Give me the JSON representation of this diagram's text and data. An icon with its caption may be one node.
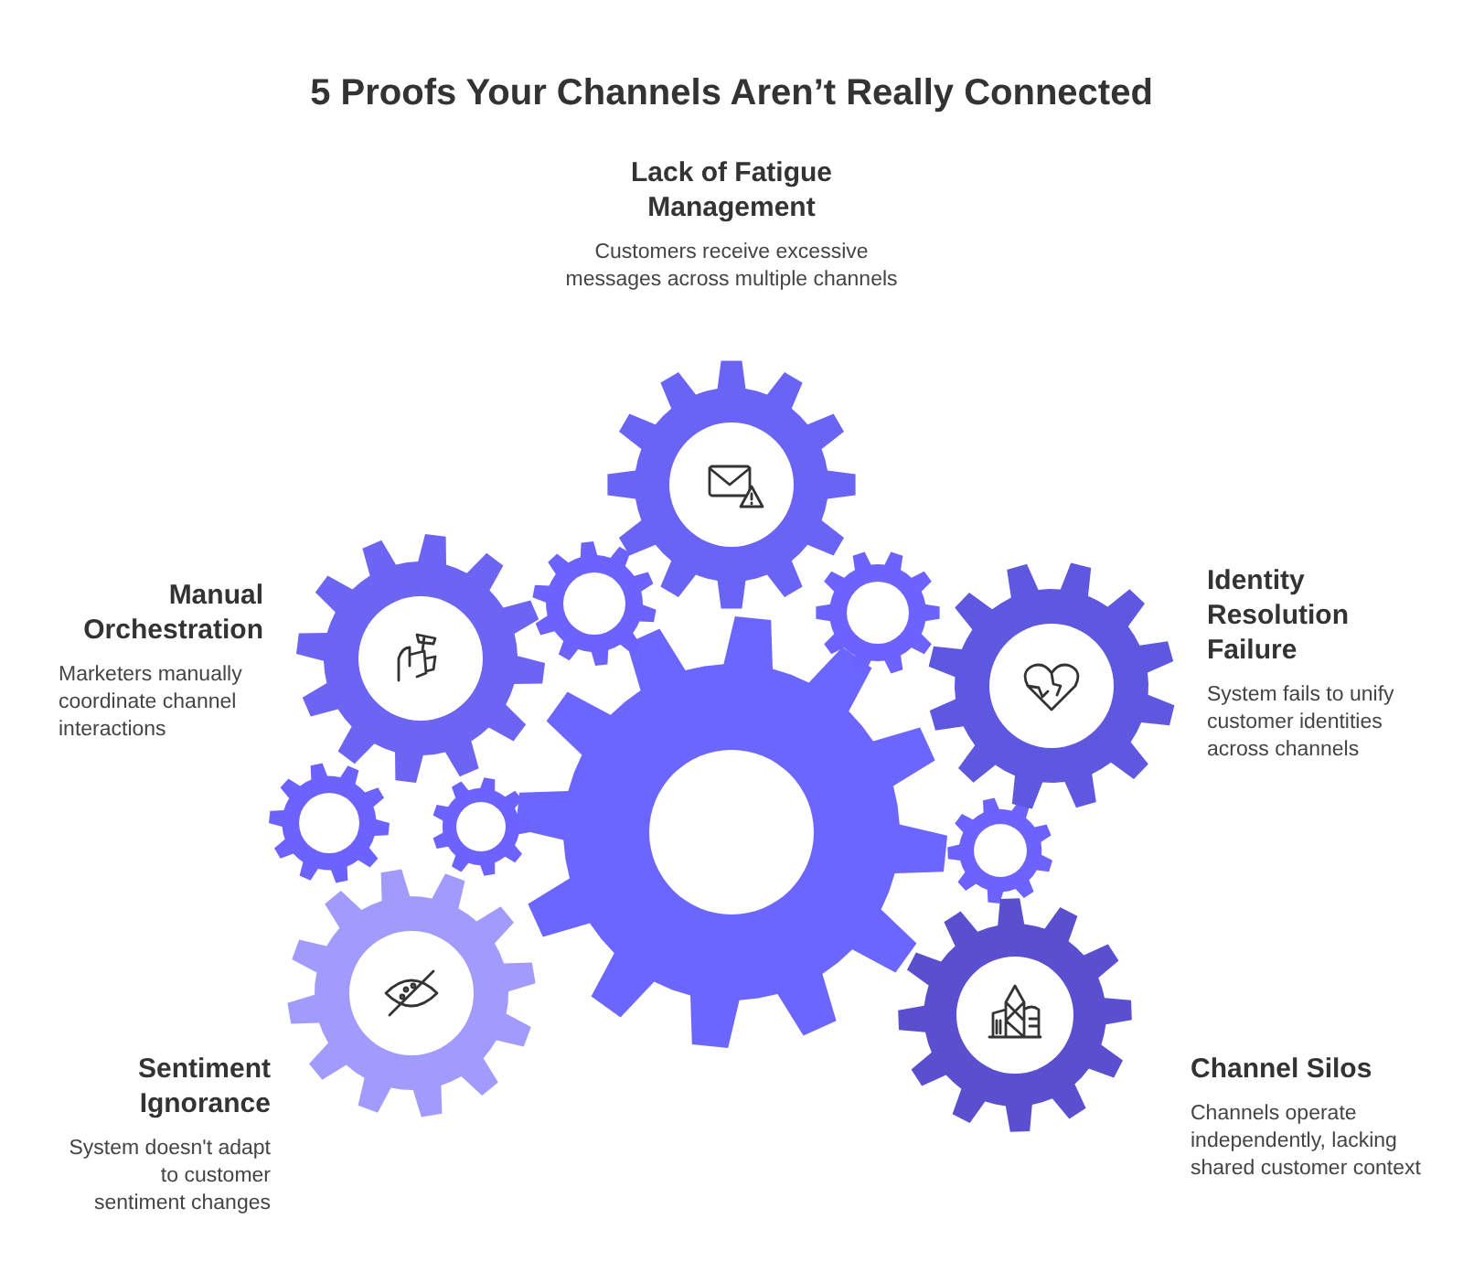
{
  "diagram": {
    "title": "5 Proofs Your Channels Aren’t Really Connected",
    "nodes": [
      {
        "text": [
          "Lack of Fatigue Management",
          "Customers receive excessive messages across multiple channels"
        ]
      },
      {
        "text": [
          "Manual Orchestration",
          "Marketers manually coordinate channel interactions"
        ]
      },
      {
        "text": [
          "Identity Resolution Failure",
          "System fails to unify customer identities across channels"
        ]
      },
      {
        "text": [
          "Sentiment Ignorance",
          "System doesn't adapt to customer sentiment changes"
        ]
      },
      {
        "text": [
          "Channel Silos",
          "Channels operate independently, lacking shared customer context"
        ]
      }
    ],
    "edges": []
  }
}
